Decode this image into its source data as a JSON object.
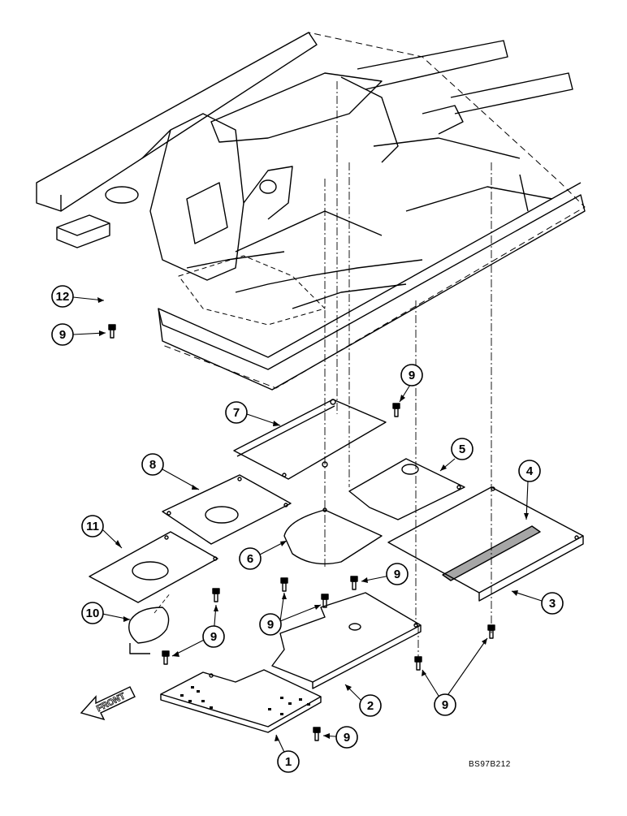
{
  "drawing": {
    "reference_code": "BS97B212",
    "front_label": "FRONT"
  },
  "callouts": [
    {
      "id": "c12",
      "label": "12"
    },
    {
      "id": "c9a",
      "label": "9"
    },
    {
      "id": "c7",
      "label": "7"
    },
    {
      "id": "c9b",
      "label": "9"
    },
    {
      "id": "c8",
      "label": "8"
    },
    {
      "id": "c5",
      "label": "5"
    },
    {
      "id": "c4",
      "label": "4"
    },
    {
      "id": "c11",
      "label": "11"
    },
    {
      "id": "c6",
      "label": "6"
    },
    {
      "id": "c9c",
      "label": "9"
    },
    {
      "id": "c3",
      "label": "3"
    },
    {
      "id": "c10",
      "label": "10"
    },
    {
      "id": "c9d",
      "label": "9"
    },
    {
      "id": "c9e",
      "label": "9"
    },
    {
      "id": "c2",
      "label": "2"
    },
    {
      "id": "c9f",
      "label": "9"
    },
    {
      "id": "c9g",
      "label": "9"
    },
    {
      "id": "c1",
      "label": "1"
    }
  ]
}
